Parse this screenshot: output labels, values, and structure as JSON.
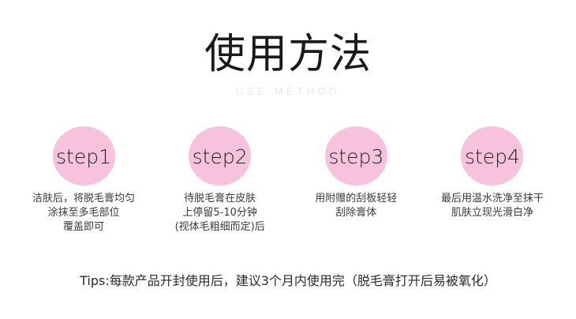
{
  "header": {
    "title": "使用方法",
    "subtitle": "USE METHOD"
  },
  "colors": {
    "background": "#ffffff",
    "badge_pink": "#f7c3dc",
    "title_text": "#1a1a1a",
    "subtitle_text": "#e9e9e9",
    "body_text": "#3a3a3a"
  },
  "steps": [
    {
      "badge": "step1",
      "description": "洁肤后，将脱毛膏均匀\n涂抹至多毛部位\n覆盖即可"
    },
    {
      "badge": "step2",
      "description": "待脱毛膏在皮肤\n上停留5-10分钟\n(视体毛粗细而定)后"
    },
    {
      "badge": "step3",
      "description": "用附赠的刮板轻轻\n刮除膏体"
    },
    {
      "badge": "step4",
      "description": "最后用温水洗净至抹干\n肌肤立现光滑白净"
    }
  ],
  "tips": {
    "text": "Tips:每款产品开封使用后，建议3个月内使用完（脱毛膏打开后易被氧化）"
  }
}
